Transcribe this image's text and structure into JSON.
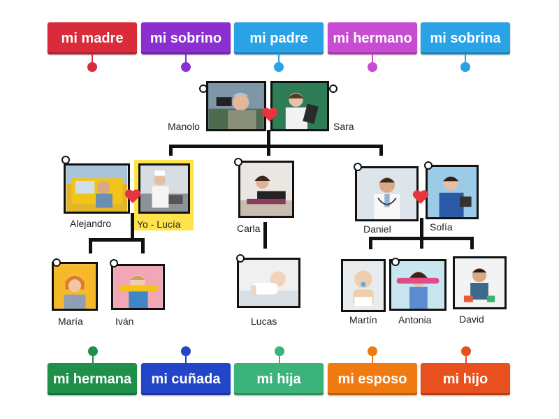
{
  "top_tags": [
    {
      "label": "mi madre",
      "color": "#d92b3a"
    },
    {
      "label": "mi sobrino",
      "color": "#8b2fd1"
    },
    {
      "label": "mi padre",
      "color": "#2aa3e6"
    },
    {
      "label": "mi hermano",
      "color": "#c94bd3"
    },
    {
      "label": "mi sobrina",
      "color": "#2aa3e6"
    }
  ],
  "bottom_tags": [
    {
      "label": "mi hermana",
      "color": "#1f8f4a"
    },
    {
      "label": "mi cuñada",
      "color": "#2346c8"
    },
    {
      "label": "mi hija",
      "color": "#3bb37a"
    },
    {
      "label": "mi esposo",
      "color": "#f07a12"
    },
    {
      "label": "mi hijo",
      "color": "#e8501e"
    }
  ],
  "people": {
    "manolo": "Manolo",
    "sara": "Sara",
    "alejandro": "Alejandro",
    "yo": "Yo - Lucía",
    "carla": "Carla",
    "daniel": "Daniel",
    "sofia": "Sofía",
    "maria": "María",
    "ivan": "Iván",
    "lucas": "Lucas",
    "martin": "Martín",
    "antonia": "Antonia",
    "david": "David"
  }
}
